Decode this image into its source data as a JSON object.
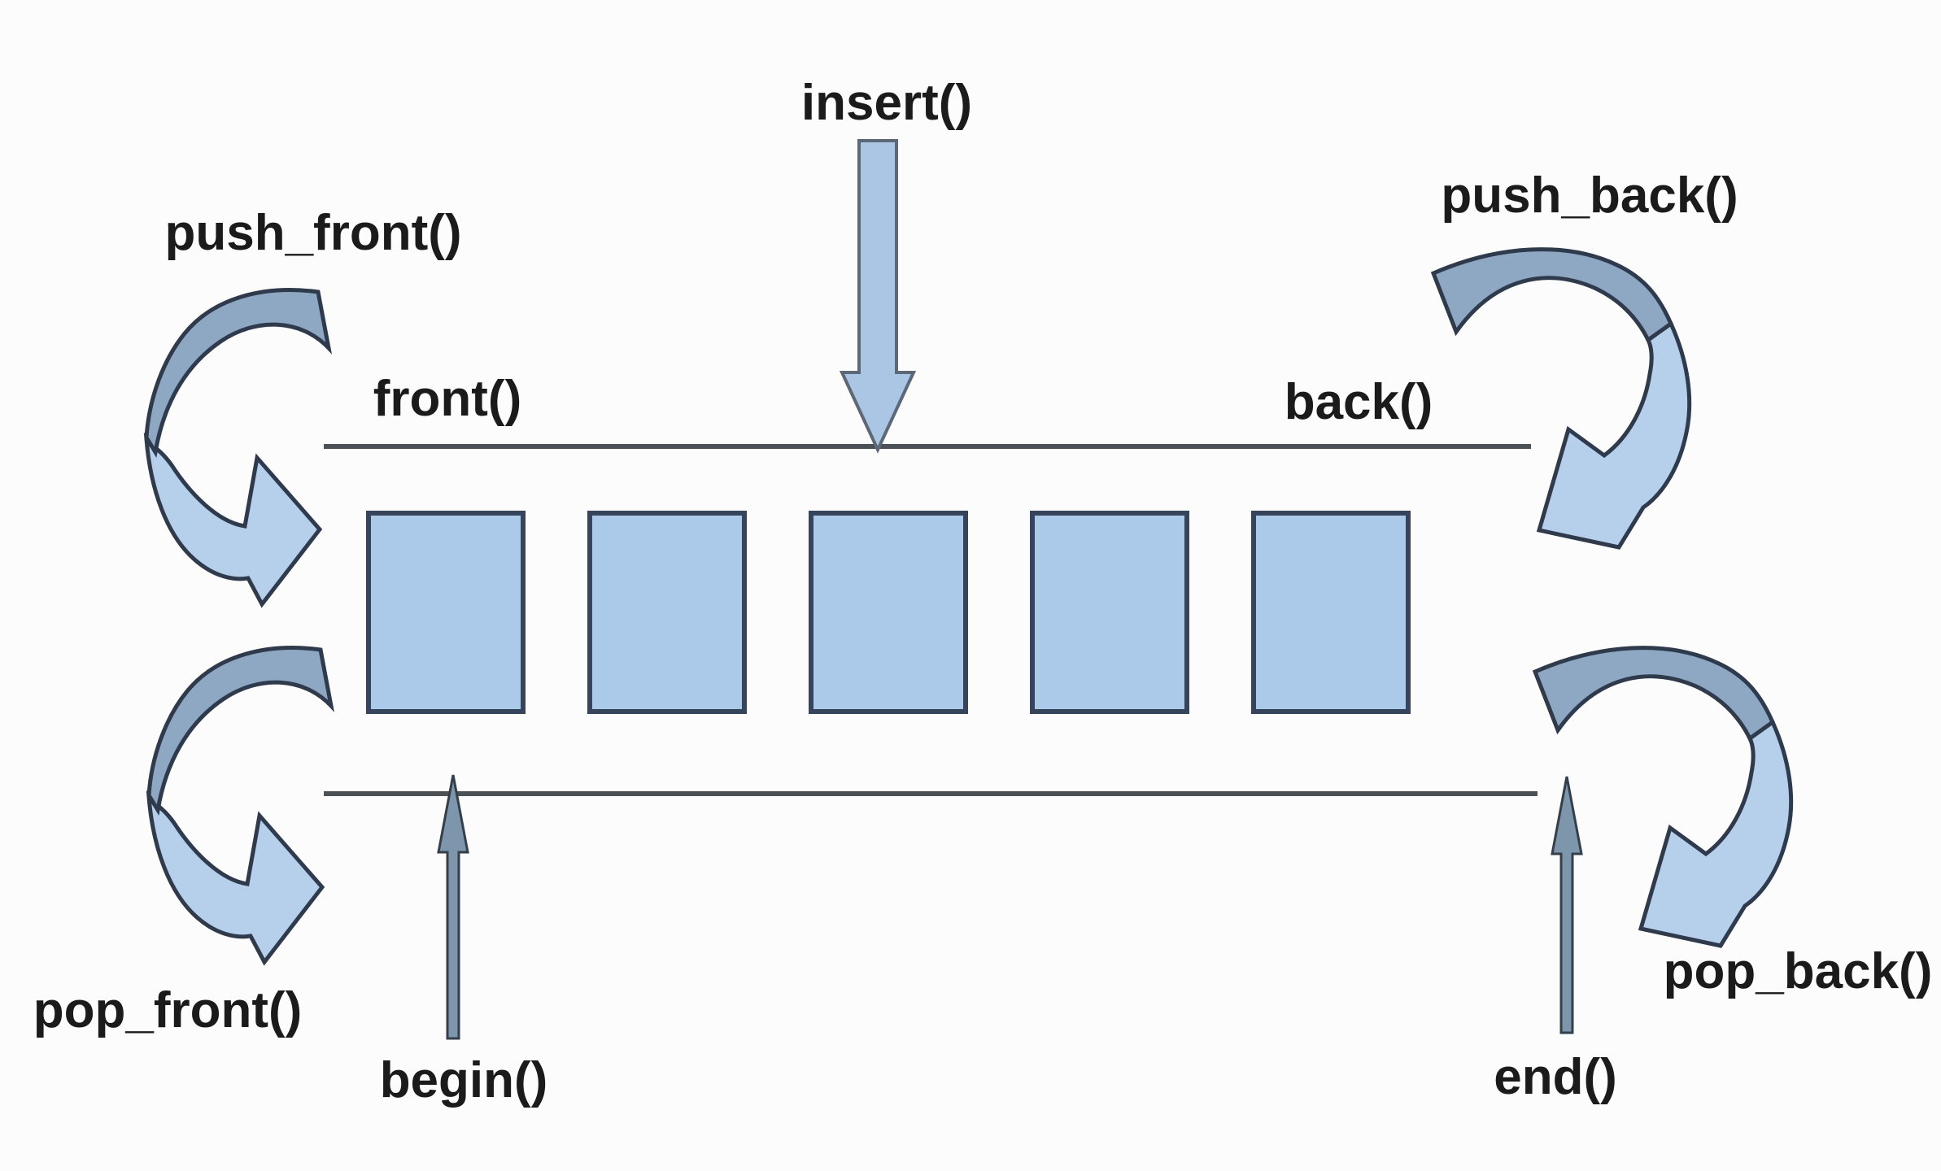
{
  "diagram": {
    "labels": {
      "insert": "insert()",
      "push_front": "push_front()",
      "push_back": "push_back()",
      "front": "front()",
      "back": "back()",
      "pop_front": "pop_front()",
      "begin": "begin()",
      "end": "end()",
      "pop_back": "pop_back()"
    },
    "cells": {
      "count": 5
    },
    "icons": {
      "insert_arrow": "down-block-arrow",
      "push_front_arrow": "curved-swoosh-arrow-right",
      "push_back_arrow": "curved-swoosh-arrow-left",
      "pop_front_arrow": "curved-swoosh-arrow-right",
      "pop_back_arrow": "curved-swoosh-arrow-left",
      "begin_arrow": "up-thin-arrow",
      "end_arrow": "up-thin-arrow"
    },
    "colors": {
      "cell_fill": "#abc9e9",
      "cell_border": "#36455c",
      "band_dark": "#8ea8c3",
      "band_light": "#b6cfeb",
      "outline": "#2f3b4c",
      "rail": "#4c5156",
      "text": "#1b1b1b",
      "insert_fill": "#aac6e4",
      "iter_fill": "#7e96ab",
      "bg": "#fcfcfc"
    }
  }
}
